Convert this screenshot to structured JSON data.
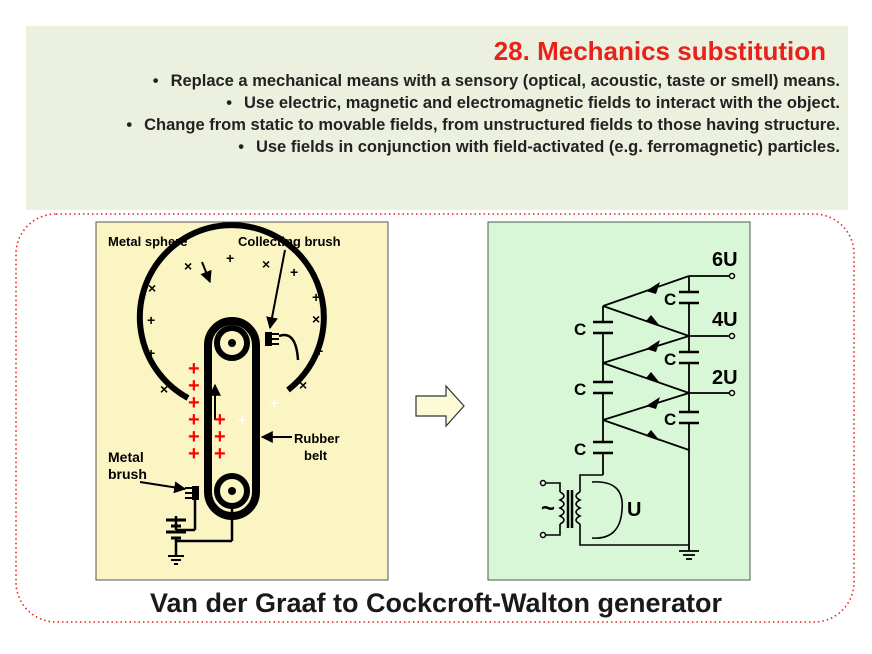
{
  "slide": {
    "title": "28. Mechanics substitution",
    "bullets": [
      "Replace a mechanical means with a sensory (optical, acoustic, taste or smell) means.",
      "Use electric, magnetic and electromagnetic fields to interact with the object.",
      "Change from static to movable fields, from unstructured fields to those having structure.",
      "Use fields in conjunction with field-activated (e.g. ferromagnetic) particles."
    ],
    "caption": "Van der Graaf to Cockcroft-Walton generator"
  },
  "van_de_graaff": {
    "labels": {
      "metal_sphere": "Metal sphere",
      "collecting_brush": "Collecting brush",
      "rubber_belt_1": "Rubber",
      "rubber_belt_2": "belt",
      "metal_brush_1": "Metal",
      "metal_brush_2": "brush"
    }
  },
  "cockcroft_walton": {
    "labels": {
      "out_6u": "6U",
      "out_4u": "4U",
      "out_2u": "2U",
      "capacitor": "C",
      "source_u": "U",
      "ac_symbol": "~"
    }
  },
  "colors": {
    "header_bg": "#ebf1de",
    "title": "#e8221b",
    "left_panel_bg": "#fbf5c4",
    "right_panel_bg": "#d8f7d6",
    "charge_plus": "#ff0000",
    "border_dotted": "#e8221b",
    "arrow_fill": "#fdfbd7"
  },
  "icons": [
    "right-arrow-icon",
    "ground-icon",
    "battery-icon",
    "diode-icon",
    "capacitor-icon",
    "transformer-icon"
  ]
}
